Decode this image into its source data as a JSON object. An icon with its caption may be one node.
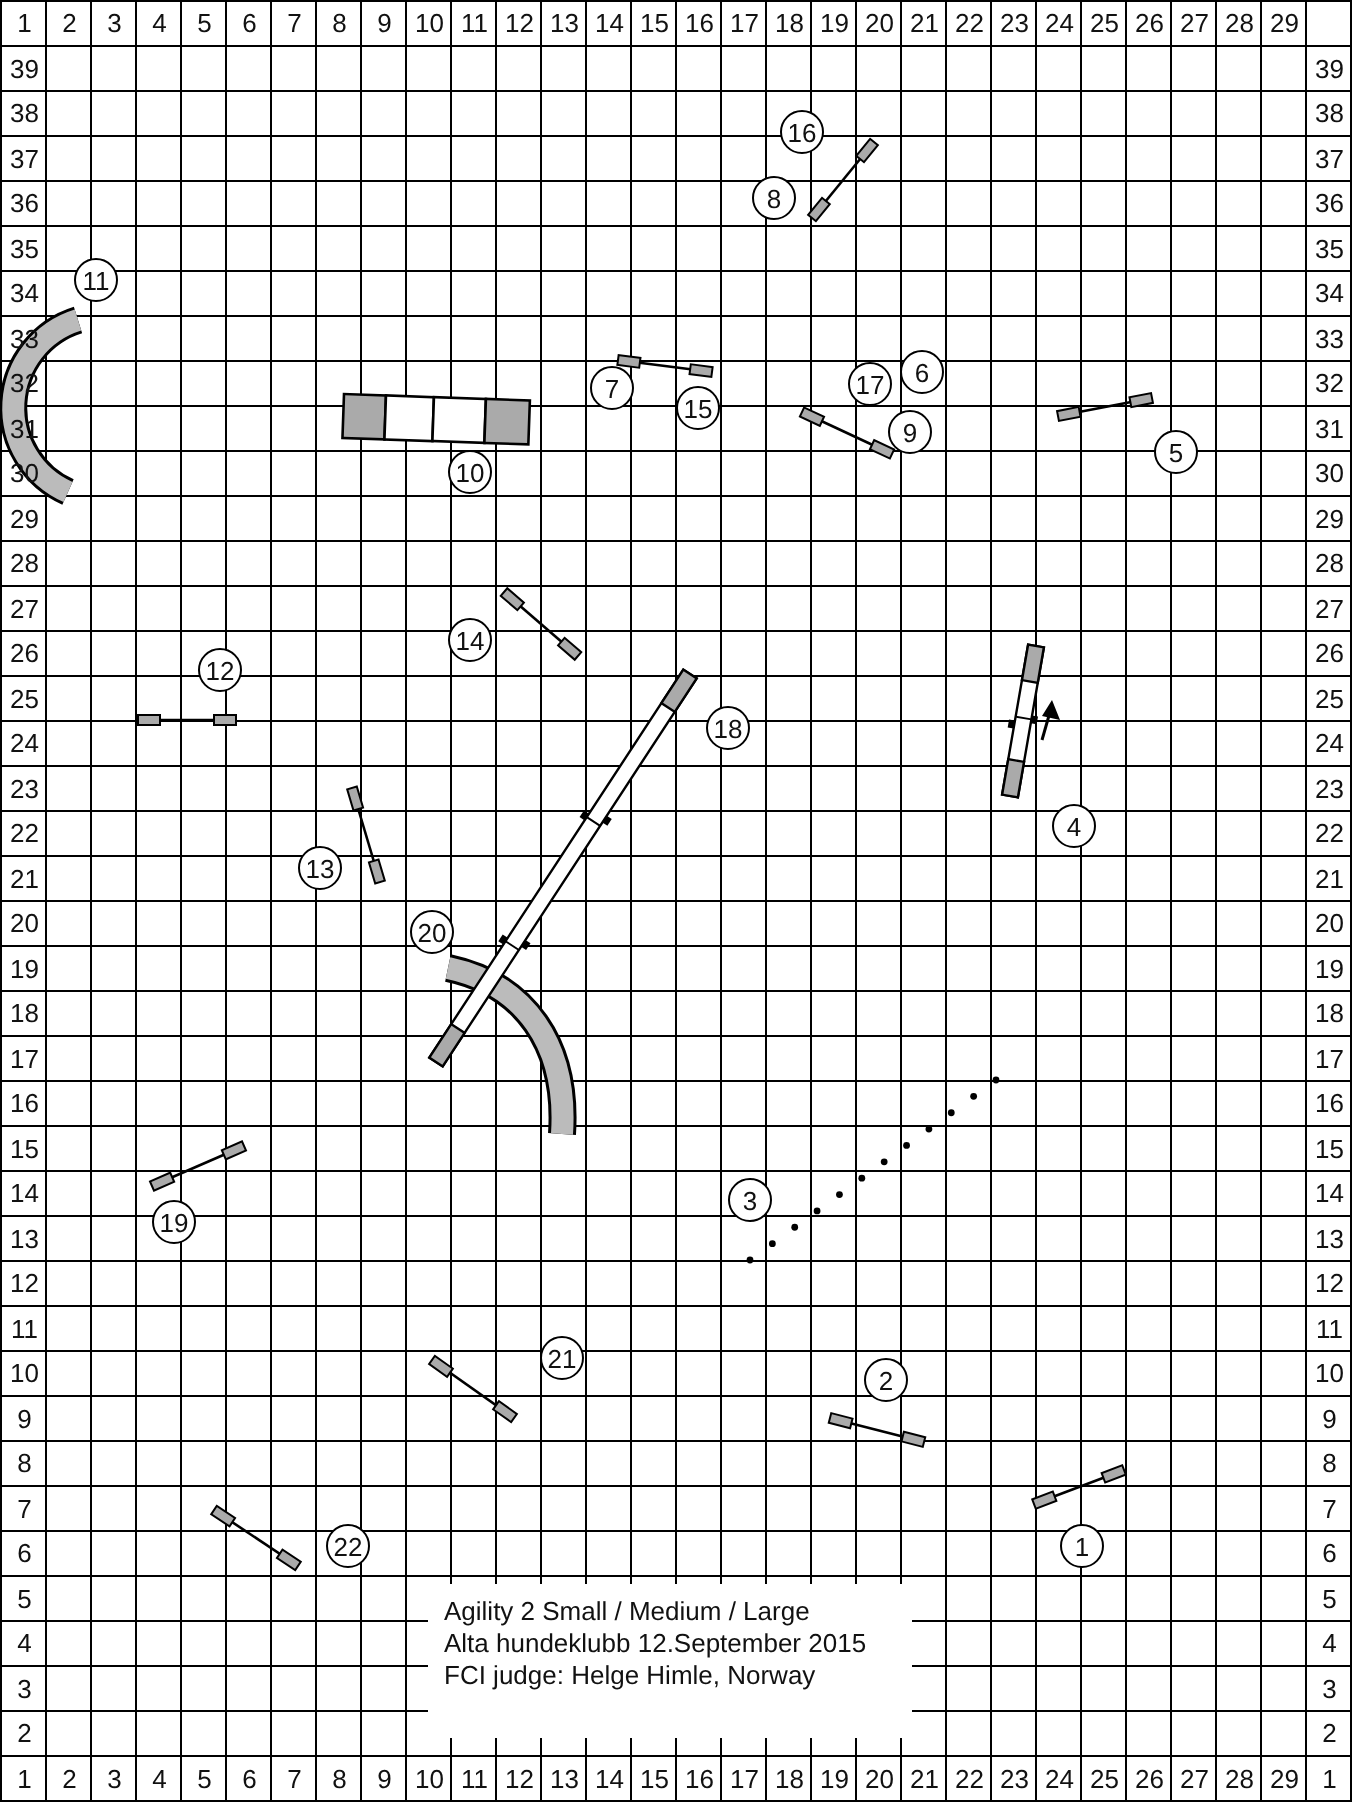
{
  "diagram": {
    "nodes": [
      {
        "text": [
          "16"
        ]
      },
      {
        "text": [
          "8"
        ]
      },
      {
        "text": [
          "11"
        ]
      },
      {
        "text": [
          "6"
        ]
      },
      {
        "text": [
          "17"
        ]
      },
      {
        "text": [
          "7"
        ]
      },
      {
        "text": [
          "15"
        ]
      },
      {
        "text": [
          "9"
        ]
      },
      {
        "text": [
          "5"
        ]
      },
      {
        "text": [
          "10"
        ]
      },
      {
        "text": [
          "14"
        ]
      },
      {
        "text": [
          "12"
        ]
      },
      {
        "text": [
          "18"
        ]
      },
      {
        "text": [
          "4"
        ]
      },
      {
        "text": [
          "13"
        ]
      },
      {
        "text": [
          "20"
        ]
      },
      {
        "text": [
          "3"
        ]
      },
      {
        "text": [
          "19"
        ]
      },
      {
        "text": [
          "21"
        ]
      },
      {
        "text": [
          "2"
        ]
      },
      {
        "text": [
          "22"
        ]
      },
      {
        "text": [
          "1"
        ]
      }
    ],
    "labels": [
      "1",
      "2",
      "3",
      "4",
      "5",
      "6",
      "7",
      "8",
      "9",
      "10",
      "11",
      "12",
      "13",
      "14",
      "15",
      "16",
      "17",
      "18",
      "19",
      "20",
      "21",
      "22",
      "23",
      "24",
      "25",
      "26",
      "27",
      "28",
      "29",
      "39",
      "39",
      "38",
      "38",
      "37",
      "37",
      "36",
      "36",
      "35",
      "35",
      "34",
      "34",
      "33",
      "33",
      "32",
      "32",
      "31",
      "31",
      "30",
      "30",
      "29",
      "29",
      "28",
      "28",
      "27",
      "27",
      "26",
      "26",
      "25",
      "25",
      "24",
      "24",
      "23",
      "23",
      "22",
      "22",
      "21",
      "21",
      "20",
      "20",
      "19",
      "19",
      "18",
      "18",
      "17",
      "17",
      "16",
      "16",
      "15",
      "15",
      "14",
      "14",
      "13",
      "13",
      "12",
      "12",
      "11",
      "11",
      "10",
      "10",
      "9",
      "9",
      "8",
      "8",
      "7",
      "7",
      "6",
      "6",
      "5",
      "5",
      "4",
      "4",
      "3",
      "3",
      "2",
      "2",
      "1",
      "2",
      "3",
      "4",
      "5",
      "6",
      "7",
      "8",
      "9",
      "10",
      "11",
      "12",
      "13",
      "14",
      "15",
      "16",
      "17",
      "18",
      "19",
      "20",
      "21",
      "22",
      "23",
      "24",
      "25",
      "26",
      "27",
      "28",
      "29",
      "1",
      "Agility 2 Small / Medium / Large",
      "Alta hundeklubb 12.September 2015",
      "FCI judge: Helge Himle, Norway"
    ]
  }
}
